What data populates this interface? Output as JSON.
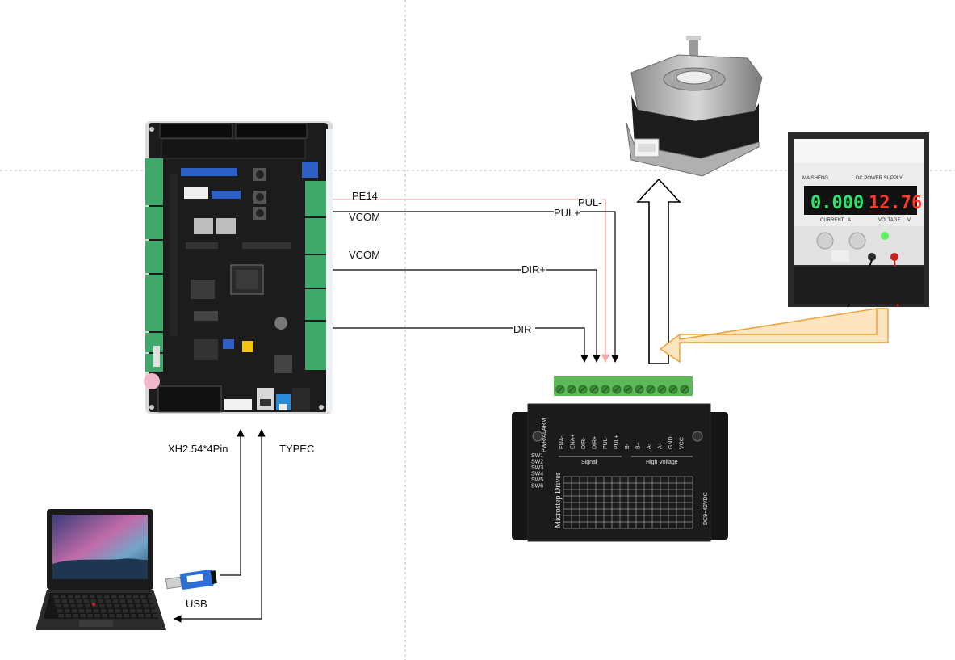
{
  "labels": {
    "pe14": "PE14",
    "vcom1": "VCOM",
    "vcom2": "VCOM",
    "pul_minus": "PUL-",
    "pul_plus": "PUL+",
    "dir_plus": "DIR+",
    "dir_minus": "DIR-",
    "xh_conn": "XH2.54*4Pin",
    "typec": "TYPEC",
    "usb": "USB"
  },
  "driver": {
    "name": "Microstep Driver",
    "signal": "Signal",
    "high_voltage": "High Voltage",
    "pwr_alarm": "PWR/ALARM",
    "sw_labels": [
      "SW1",
      "SW2",
      "SW3",
      "SW4",
      "SW5",
      "SW6"
    ],
    "terminals": [
      "ENA-",
      "ENA+",
      "DIR-",
      "DIR+",
      "PUL-",
      "PUL+",
      "B-",
      "B+",
      "A-",
      "A+",
      "GND",
      "VCC"
    ],
    "voltage_range": "DC9~42VDC"
  },
  "power_supply": {
    "brand": "MAISHENG",
    "model": "DC POWER SUPPLY",
    "current_reading": "0.000",
    "voltage_reading": "12.76",
    "current_label": "CURRENT",
    "voltage_label": "VOLTAGE",
    "current_unit": "A",
    "voltage_unit": "V"
  },
  "colors": {
    "wire": "#000000",
    "pe14_wire": "#f4a8a8",
    "power_arrow_fill": "#fde6bf",
    "power_arrow_stroke": "#e8a43a",
    "board_pcb": "#1c1c1c",
    "terminal_green": "#3fa86a",
    "driver_terminal": "#5db85a",
    "display_green": "#2ee36a",
    "display_red": "#ff3a2a"
  }
}
